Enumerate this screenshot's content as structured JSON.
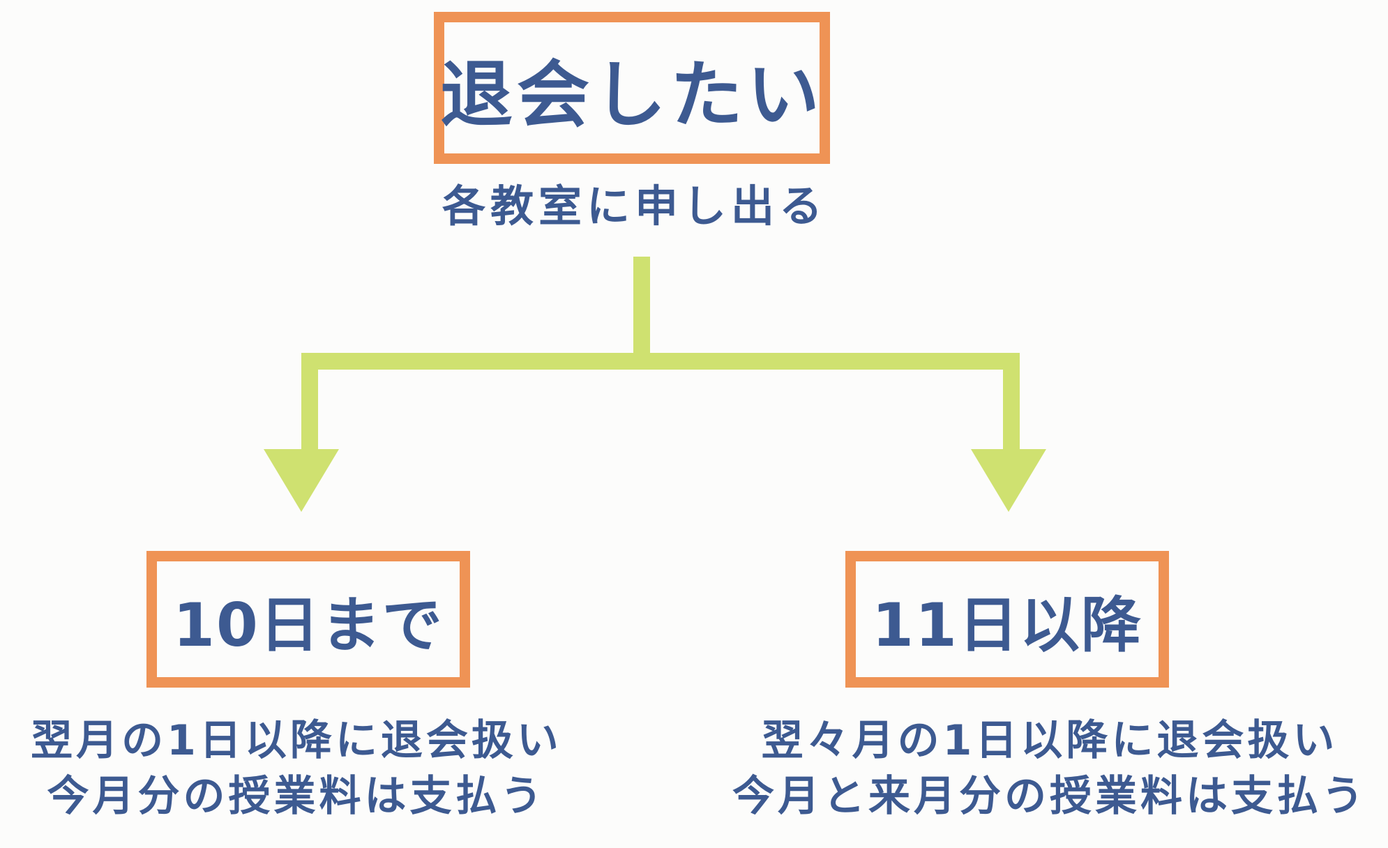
{
  "top": {
    "title": "退会したい",
    "caption": "各教室に申し出る"
  },
  "left": {
    "title": "10日まで",
    "lines": [
      "翌月の1日以降に退会扱い",
      "今月分の授業料は支払う"
    ]
  },
  "right": {
    "title": "11日以降",
    "lines": [
      "翌々月の1日以降に退会扱い",
      "今月と来月分の授業料は支払う"
    ]
  },
  "colors": {
    "box_border": "#ef9355",
    "text": "#3d5a91",
    "arrow": "#cfe170",
    "background": "#fcfcfb"
  }
}
